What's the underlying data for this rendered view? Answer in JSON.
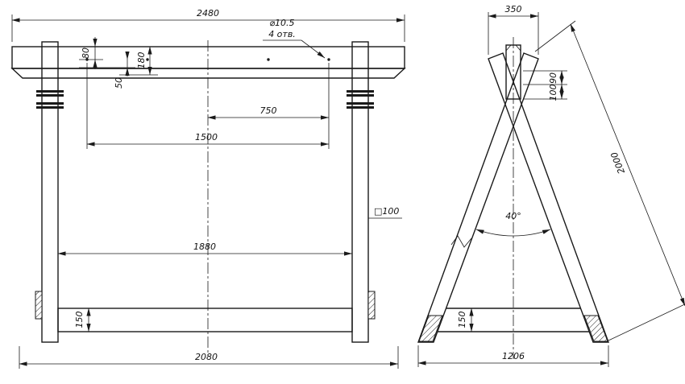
{
  "drawing": {
    "front_view": {
      "dim_2480": "2480",
      "dim_80": "80",
      "dim_180": "180",
      "dim_50": "50",
      "dim_750": "750",
      "dim_1500": "1500",
      "dim_1880": "1880",
      "dim_150": "150",
      "dim_2080": "2080",
      "hole_diameter": "⌀10.5",
      "hole_count": "4 отв.",
      "section_note": "□100"
    },
    "side_view": {
      "dim_350": "350",
      "dim_90": "90",
      "dim_100": "100",
      "dim_2000": "2000",
      "angle": "40°",
      "dim_150": "150",
      "dim_1206": "1206"
    },
    "colors": {
      "line": "#1a1a1a",
      "background": "#ffffff"
    }
  }
}
